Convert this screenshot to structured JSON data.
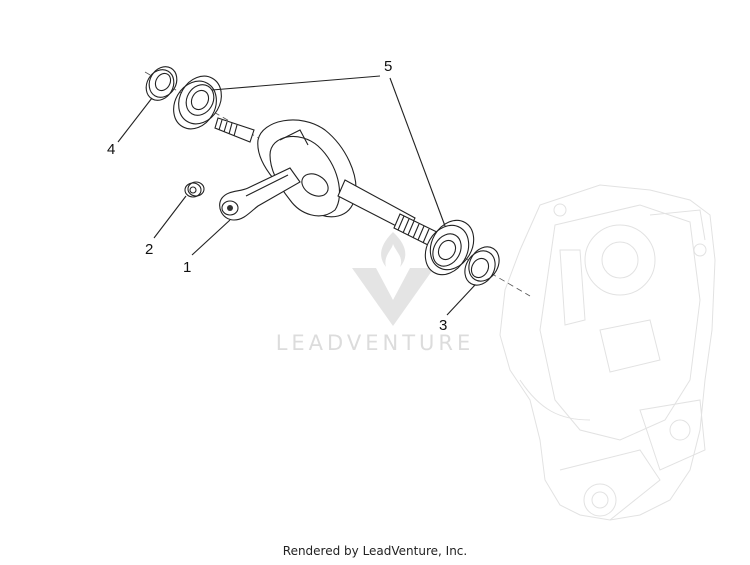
{
  "diagram": {
    "callouts": [
      {
        "id": "1",
        "label": "1"
      },
      {
        "id": "2",
        "label": "2"
      },
      {
        "id": "3",
        "label": "3"
      },
      {
        "id": "4",
        "label": "4"
      },
      {
        "id": "5",
        "label": "5"
      }
    ],
    "watermark": {
      "text": "LEADVENTURE",
      "icon": "flame-v-logo"
    }
  },
  "footer": {
    "text": "Rendered by LeadVenture, Inc."
  },
  "colors": {
    "line": "#222222",
    "ghost": "#e2e2e2",
    "watermark": "#dcdcdc"
  }
}
